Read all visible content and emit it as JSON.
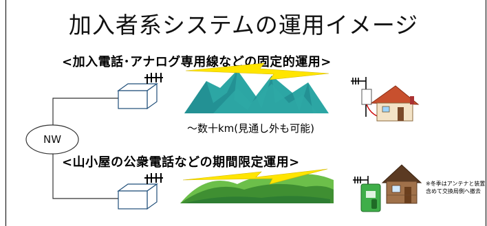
{
  "title": "加入者系システムの運用イメージ",
  "section1": {
    "heading": "<加入電話･アナログ専用線などの固定的運用>",
    "range_note": "～数十km(見通し外も可能)"
  },
  "section2": {
    "heading": "<山小屋の公衆電話などの期間限定運用>",
    "note_lines": [
      "※冬季はアンテナと装置",
      "含めて交換局側へ撤去"
    ]
  },
  "network": {
    "label": "NW"
  },
  "colors": {
    "mountain_teal": "#2ca6a4",
    "mountain_teal_dark": "#1e7f86",
    "hill_green": "#5aaa3c",
    "hill_green_dark": "#2e7d32",
    "lightning": "#ffe500",
    "box_fill": "#ffffff"
  }
}
